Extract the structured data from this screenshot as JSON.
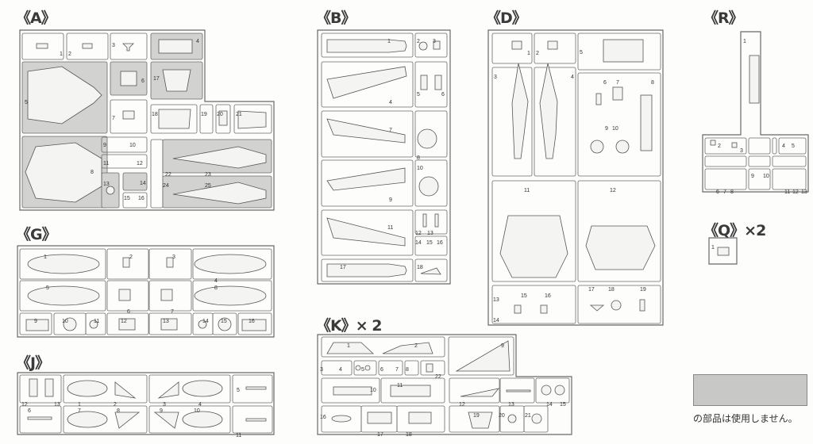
{
  "sprues": [
    {
      "id": "A",
      "title": "《A》",
      "parts": [
        "1",
        "2",
        "3",
        "4",
        "5",
        "6",
        "7",
        "8",
        "9",
        "10",
        "11",
        "12",
        "13",
        "14",
        "15",
        "16",
        "17",
        "18",
        "19",
        "20",
        "21",
        "22",
        "23",
        "24",
        "25"
      ]
    },
    {
      "id": "B",
      "title": "《B》",
      "parts": [
        "1",
        "2",
        "3",
        "4",
        "5",
        "6",
        "7",
        "8",
        "9",
        "10",
        "11",
        "12",
        "13",
        "14",
        "15",
        "16",
        "17",
        "18"
      ]
    },
    {
      "id": "D",
      "title": "《D》",
      "parts": [
        "1",
        "2",
        "3",
        "4",
        "5",
        "6",
        "7",
        "8",
        "9",
        "10",
        "11",
        "12",
        "13",
        "14",
        "15",
        "16",
        "17",
        "18",
        "19"
      ]
    },
    {
      "id": "R",
      "title": "《R》",
      "parts": [
        "1",
        "2",
        "3",
        "4",
        "5",
        "6",
        "7",
        "8",
        "9",
        "10",
        "11",
        "12",
        "13"
      ]
    },
    {
      "id": "Q",
      "title": "《Q》×2",
      "parts": [
        "1"
      ]
    },
    {
      "id": "G",
      "title": "《G》",
      "parts": [
        "1",
        "2",
        "3",
        "4",
        "5",
        "6",
        "7",
        "8",
        "9",
        "10",
        "11",
        "12",
        "13",
        "14",
        "15",
        "16"
      ]
    },
    {
      "id": "J",
      "title": "《J》",
      "parts": [
        "1",
        "2",
        "3",
        "4",
        "5",
        "6",
        "7",
        "8",
        "9",
        "10",
        "11",
        "12",
        "13"
      ]
    },
    {
      "id": "K",
      "title": "《K》× 2",
      "parts": [
        "1",
        "2",
        "3",
        "4",
        "5",
        "6",
        "7",
        "8",
        "9",
        "10",
        "11",
        "12",
        "13",
        "14",
        "15",
        "16",
        "17",
        "18",
        "19",
        "20",
        "21",
        "22"
      ]
    }
  ],
  "legend": {
    "note": "の部品は使用しません。",
    "unused_color": "#c8c8c6"
  },
  "colors": {
    "line": "#6a6a6a",
    "shade": "#d2d2d0"
  }
}
